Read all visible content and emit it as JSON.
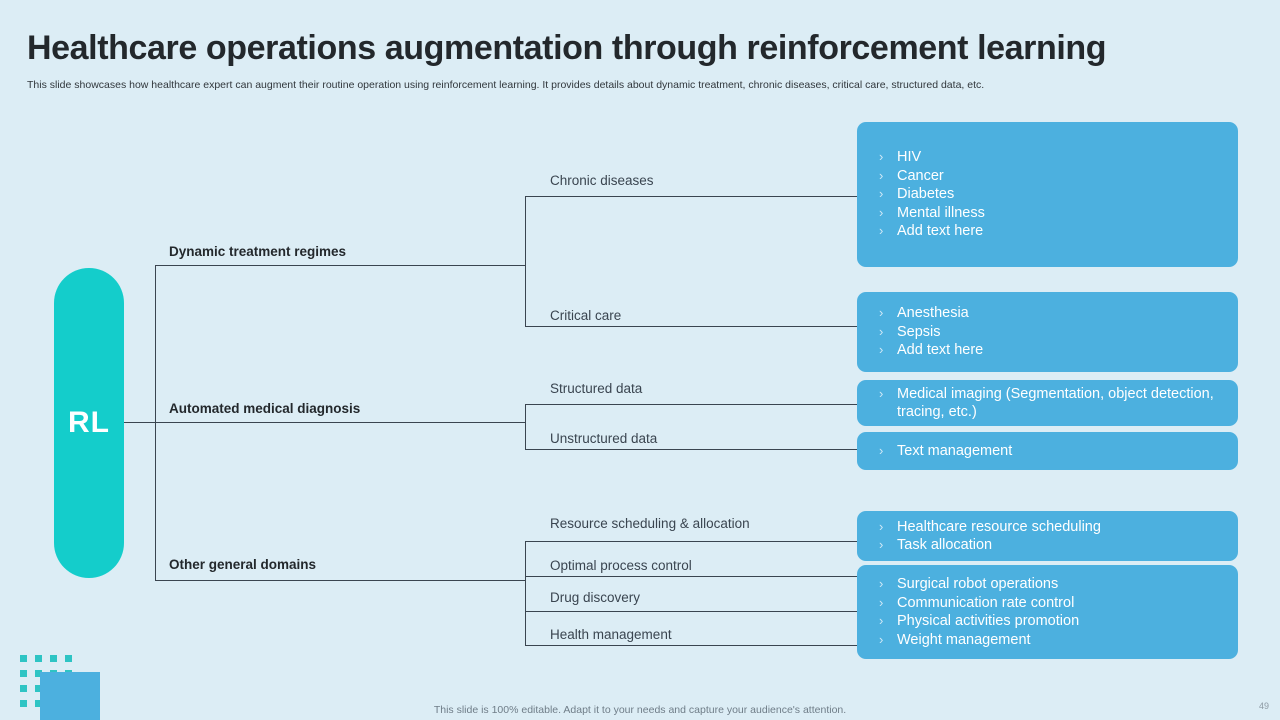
{
  "header": {
    "title": "Healthcare operations augmentation through reinforcement learning",
    "subtitle": "This slide showcases how healthcare expert can augment their routine operation using reinforcement learning. It provides details about dynamic treatment, chronic diseases, critical care, structured data, etc."
  },
  "root": {
    "label": "RL"
  },
  "branches": [
    {
      "label": "Dynamic treatment regimes",
      "children": [
        {
          "label": "Chronic diseases",
          "items": [
            "HIV",
            "Cancer",
            "Diabetes",
            "Mental illness",
            "Add text here"
          ]
        },
        {
          "label": "Critical care",
          "items": [
            "Anesthesia",
            "Sepsis",
            "Add text here"
          ]
        }
      ]
    },
    {
      "label": "Automated medical diagnosis",
      "children": [
        {
          "label": "Structured data",
          "items": [
            "Medical imaging (Segmentation, object detection, tracing, etc.)"
          ]
        },
        {
          "label": "Unstructured data",
          "items": [
            "Text management"
          ]
        }
      ]
    },
    {
      "label": "Other general domains",
      "children": [
        {
          "label": "Resource scheduling & allocation",
          "items": [
            "Healthcare resource scheduling",
            "Task allocation"
          ]
        },
        {
          "label": "Optimal process control",
          "items": []
        },
        {
          "label": "Drug discovery",
          "items": []
        },
        {
          "label": "Health management",
          "items": [
            "Surgical robot operations",
            "Communication rate control",
            "Physical activities promotion",
            "Weight management"
          ]
        }
      ]
    }
  ],
  "cards": [
    {
      "items": [
        "HIV",
        "Cancer",
        "Diabetes",
        "Mental illness",
        "Add text here"
      ]
    },
    {
      "items": [
        "Anesthesia",
        "Sepsis",
        "Add text here"
      ]
    },
    {
      "items": [
        "Medical imaging (Segmentation, object detection, tracing, etc.)"
      ]
    },
    {
      "items": [
        "Text management"
      ]
    },
    {
      "items": [
        "Healthcare resource scheduling",
        "Task allocation"
      ]
    },
    {
      "items": [
        "Surgical robot operations",
        "Communication rate control",
        "Physical activities promotion",
        "Weight management"
      ]
    }
  ],
  "bullet_glyph": "›",
  "footer": {
    "note": "This slide is 100% editable. Adapt it to your needs and capture your audience's attention.",
    "page_number": "49"
  },
  "colors": {
    "background": "#dcedf5",
    "teal": "#14cdcb",
    "blue": "#4cb0df",
    "line": "#3a4550",
    "title": "#23282c"
  }
}
